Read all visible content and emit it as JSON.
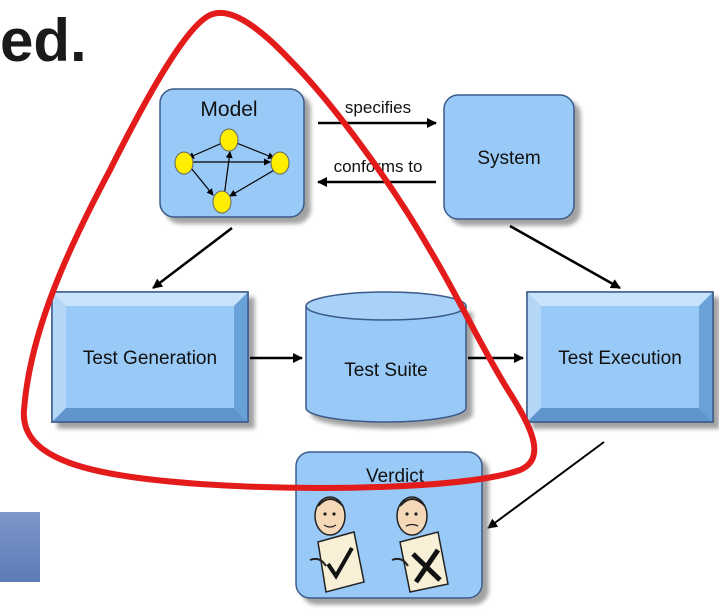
{
  "slide": {
    "heading_fragment": "ed."
  },
  "diagram": {
    "model_label": "Model",
    "system_label": "System",
    "test_generation_label": "Test Generation",
    "test_suite_label": "Test Suite",
    "test_execution_label": "Test Execution",
    "verdict_label": "Verdict",
    "edge_specifies": "specifies",
    "edge_conforms_to": "conforms to"
  },
  "colors": {
    "box_fill": "#99c9f7",
    "box_border": "#3a5a8a",
    "bevel_light": "#c8e3fb",
    "bevel_dark": "#6aa1d8",
    "node_yellow": "#ffee00",
    "annotation_red": "#e31b1b",
    "slide_bar": "#6f88c0"
  },
  "icons": [
    "model-state-graph",
    "passed-verdict-figure-icon",
    "failed-verdict-figure-icon"
  ]
}
